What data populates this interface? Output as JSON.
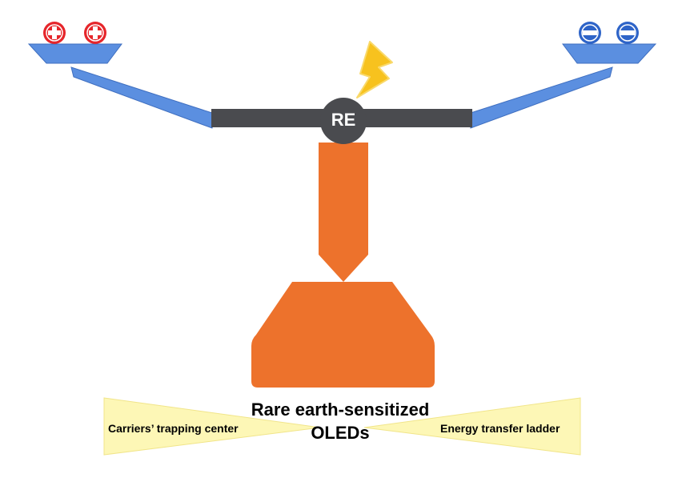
{
  "center_label": "RE",
  "title_lines": [
    "Rare earth-sensitized",
    "OLEDs"
  ],
  "left_label": "Carriers’ trapping center",
  "right_label": "Energy transfer ladder",
  "icons": {
    "left_pan": [
      "plus-charge-icon",
      "plus-charge-icon"
    ],
    "right_pan": [
      "minus-charge-icon",
      "minus-charge-icon"
    ],
    "top": "lightning-bolt-icon"
  },
  "colors": {
    "beam_blue": "#5b8fe0",
    "beam_dark": "#4a4b4f",
    "stand_orange": "#ed722c",
    "positive_red": "#e6262b",
    "negative_blue": "#2e64c8",
    "bolt_yellow": "#f7c21e",
    "glow_yellow": "#fdf7b6"
  }
}
